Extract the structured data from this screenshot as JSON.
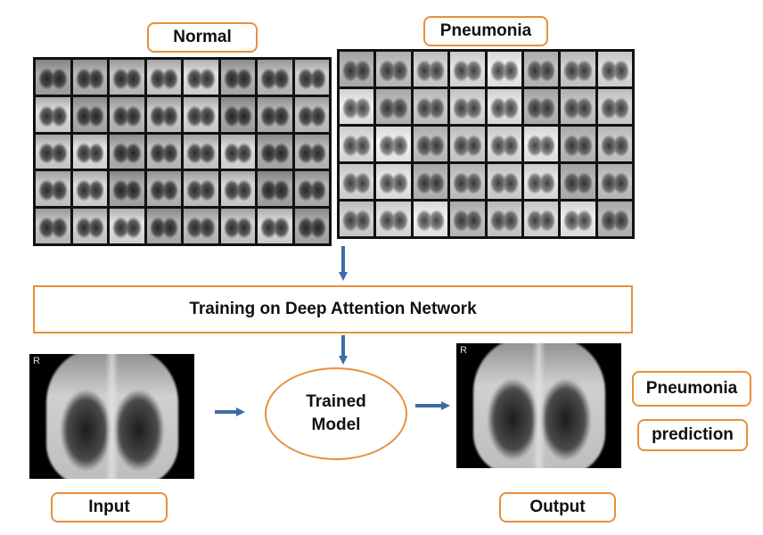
{
  "labels": {
    "normal": "Normal",
    "pneumonia": "Pneumonia",
    "training": "Training on Deep Attention Network",
    "model_line1": "Trained",
    "model_line2": "Model",
    "input": "Input",
    "output": "Output",
    "pred_class": "Pneumonia",
    "pred_word": "prediction",
    "xray_mark": "R"
  },
  "grids": {
    "normal": {
      "rows": 5,
      "cols": 8
    },
    "pneumonia": {
      "rows": 5,
      "cols": 8
    }
  },
  "colors": {
    "box_border": "#e8903a",
    "arrow": "#3d6ba6"
  }
}
